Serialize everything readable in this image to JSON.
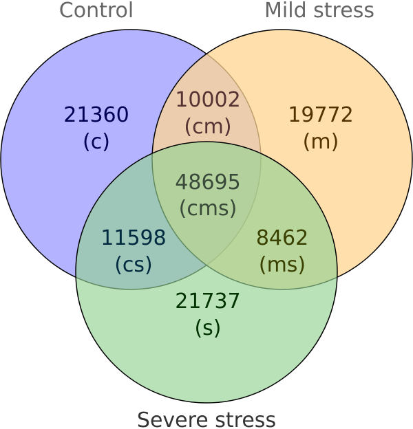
{
  "sets": {
    "control": {
      "label": "Control",
      "fill": "#9999ff",
      "label_color": "#666666"
    },
    "mild": {
      "label": "Mild stress",
      "fill": "#ffd591",
      "label_color": "#666666"
    },
    "severe": {
      "label": "Severe stress",
      "fill": "#94d394",
      "label_color": "#333333"
    }
  },
  "regions": {
    "c": {
      "count": "21360",
      "code": "(c)",
      "color": "#000055"
    },
    "m": {
      "count": "19772",
      "code": "(m)",
      "color": "#553300"
    },
    "s": {
      "count": "21737",
      "code": "(s)",
      "color": "#003300"
    },
    "cm": {
      "count": "10002",
      "code": "(cm)",
      "color": "#553333"
    },
    "cs": {
      "count": "11598",
      "code": "(cs)",
      "color": "#002a40"
    },
    "ms": {
      "count": "8462",
      "code": "(ms)",
      "color": "#3a4000"
    },
    "cms": {
      "count": "48695",
      "code": "(cms)",
      "color": "#3a4a3a"
    }
  }
}
